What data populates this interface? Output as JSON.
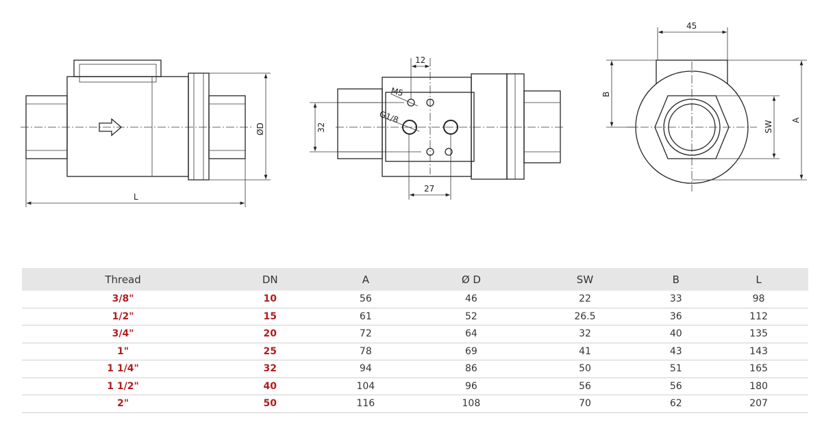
{
  "drawing": {
    "dims": {
      "L": "L",
      "OD": "ØD",
      "d12": "12",
      "d32": "32",
      "d27": "27",
      "M5": "M5",
      "G18": "G1/8",
      "d45": "45",
      "B": "B",
      "A": "A",
      "SW": "SW"
    }
  },
  "table": {
    "headers": [
      "Thread",
      "DN",
      "A",
      "Ø D",
      "SW",
      "B",
      "L"
    ],
    "rows": [
      [
        "3/8\"",
        "10",
        "56",
        "46",
        "22",
        "33",
        "98"
      ],
      [
        "1/2\"",
        "15",
        "61",
        "52",
        "26.5",
        "36",
        "112"
      ],
      [
        "3/4\"",
        "20",
        "72",
        "64",
        "32",
        "40",
        "135"
      ],
      [
        "1\"",
        "25",
        "78",
        "69",
        "41",
        "43",
        "143"
      ],
      [
        "1 1/4\"",
        "32",
        "94",
        "86",
        "50",
        "51",
        "165"
      ],
      [
        "1 1/2\"",
        "40",
        "104",
        "96",
        "56",
        "56",
        "180"
      ],
      [
        "2\"",
        "50",
        "116",
        "108",
        "70",
        "62",
        "207"
      ]
    ],
    "accent": "#b01e1e"
  }
}
